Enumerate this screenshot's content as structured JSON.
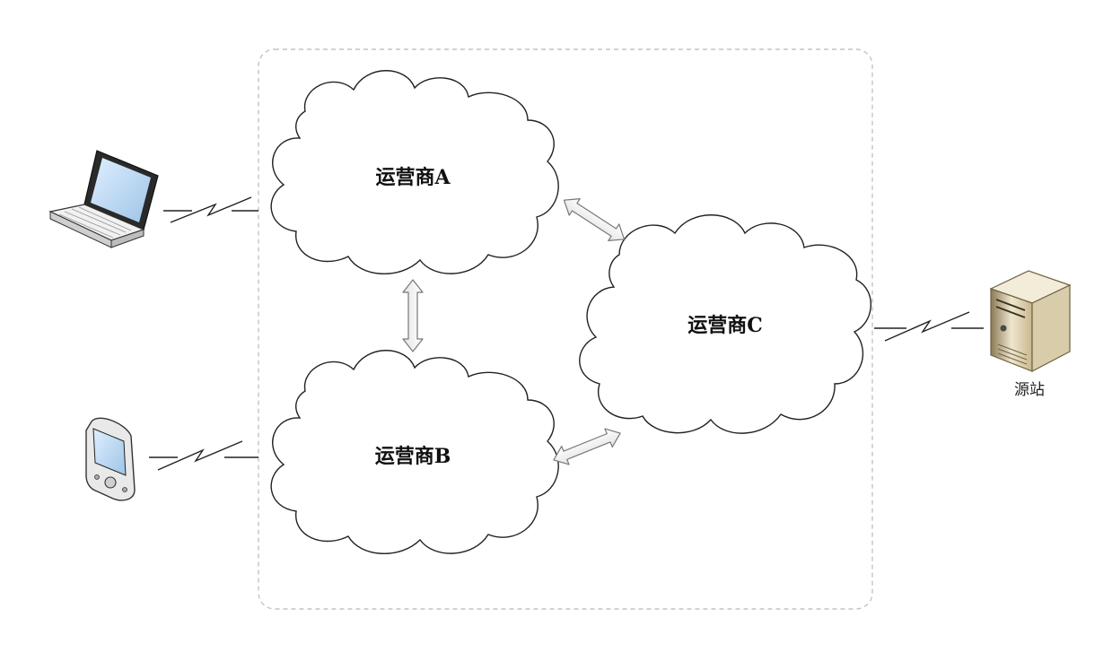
{
  "diagram": {
    "carriers": {
      "a": {
        "label": "运营商A"
      },
      "b": {
        "label": "运营商B"
      },
      "c": {
        "label": "运营商C"
      }
    },
    "devices": {
      "laptop": {
        "icon": "laptop-icon"
      },
      "phone": {
        "icon": "phone-icon"
      },
      "server": {
        "icon": "server-icon",
        "label": "源站"
      }
    },
    "links": [
      {
        "from": "laptop",
        "to": "a",
        "kind": "wireless"
      },
      {
        "from": "phone",
        "to": "b",
        "kind": "wireless"
      },
      {
        "from": "c",
        "to": "server",
        "kind": "wireless"
      },
      {
        "from": "a",
        "to": "b",
        "kind": "bidirectional"
      },
      {
        "from": "a",
        "to": "c",
        "kind": "bidirectional"
      },
      {
        "from": "b",
        "to": "c",
        "kind": "bidirectional"
      }
    ]
  }
}
